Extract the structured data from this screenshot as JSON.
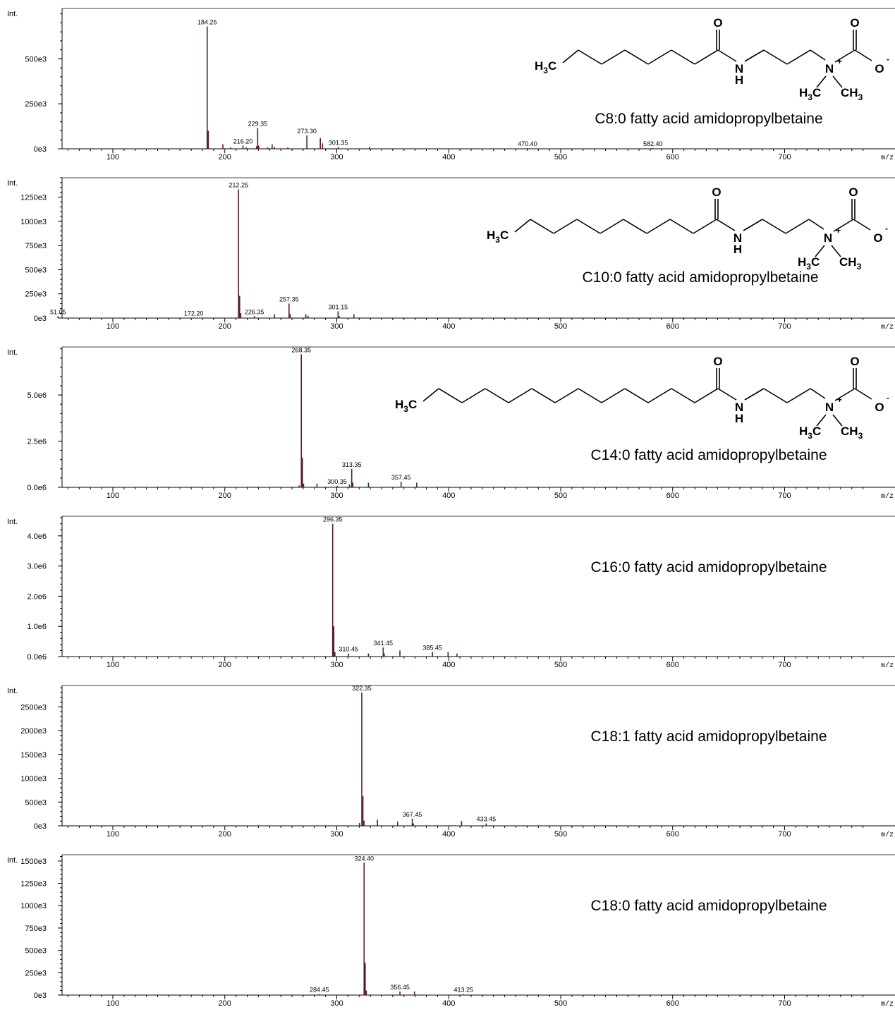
{
  "chart_data": [
    {
      "type": "bar",
      "title": "C8:0 fatty acid amidopropylbetaine",
      "ylabel": "Int.",
      "xunit": "m/z",
      "xlim": [
        55,
        770
      ],
      "xticks": [
        "100",
        "200",
        "300",
        "400",
        "500",
        "600",
        "700"
      ],
      "ylim": [
        0,
        780000
      ],
      "yticks": [
        {
          "v": 0,
          "label": "0e3"
        },
        {
          "v": 250000,
          "label": "250e3"
        },
        {
          "v": 500000,
          "label": "500e3"
        }
      ],
      "peaks": [
        {
          "x": 184.25,
          "y": 680000,
          "label": "184.25"
        },
        {
          "x": 185.25,
          "y": 100000
        },
        {
          "x": 198.3,
          "y": 25000
        },
        {
          "x": 205.2,
          "y": 8000
        },
        {
          "x": 216.2,
          "y": 18000,
          "label": "216.20"
        },
        {
          "x": 219.3,
          "y": 8000
        },
        {
          "x": 228.3,
          "y": 14000
        },
        {
          "x": 229.35,
          "y": 115000,
          "label": "229.35"
        },
        {
          "x": 230.35,
          "y": 18000
        },
        {
          "x": 238.3,
          "y": 8000
        },
        {
          "x": 242.3,
          "y": 25000
        },
        {
          "x": 244.3,
          "y": 10000
        },
        {
          "x": 256.3,
          "y": 8000
        },
        {
          "x": 273.3,
          "y": 75000,
          "label": "273.30"
        },
        {
          "x": 285.3,
          "y": 60000
        },
        {
          "x": 287.3,
          "y": 30000
        },
        {
          "x": 301.35,
          "y": 10000,
          "label": "301.35"
        },
        {
          "x": 329.3,
          "y": 10000
        },
        {
          "x": 470.4,
          "y": 4000,
          "label": "470.40"
        },
        {
          "x": 582.4,
          "y": 4000,
          "label": "582.40"
        }
      ]
    },
    {
      "type": "bar",
      "title": "C10:0 fatty acid amidopropylbetaine",
      "ylabel": "Int.",
      "xunit": "m/z",
      "xlim": [
        55,
        770
      ],
      "xticks": [
        "100",
        "200",
        "300",
        "400",
        "500",
        "600",
        "700"
      ],
      "ylim": [
        0,
        1450000
      ],
      "yticks": [
        {
          "v": 0,
          "label": "0e3"
        },
        {
          "v": 250000,
          "label": "250e3"
        },
        {
          "v": 500000,
          "label": "500e3"
        },
        {
          "v": 750000,
          "label": "750e3"
        },
        {
          "v": 1000000,
          "label": "1000e3"
        },
        {
          "v": 1250000,
          "label": "1250e3"
        }
      ],
      "peaks": [
        {
          "x": 51.05,
          "y": 20000,
          "label": "51.05"
        },
        {
          "x": 172.2,
          "y": 5000,
          "label": "172.20"
        },
        {
          "x": 212.25,
          "y": 1330000,
          "label": "212.25"
        },
        {
          "x": 213.25,
          "y": 230000
        },
        {
          "x": 214.25,
          "y": 50000
        },
        {
          "x": 226.35,
          "y": 20000,
          "label": "226.35"
        },
        {
          "x": 244.3,
          "y": 40000
        },
        {
          "x": 257.35,
          "y": 150000,
          "label": "257.35"
        },
        {
          "x": 258.35,
          "y": 40000
        },
        {
          "x": 272.3,
          "y": 40000
        },
        {
          "x": 274.3,
          "y": 25000
        },
        {
          "x": 301.15,
          "y": 70000,
          "label": "301.15"
        },
        {
          "x": 302.2,
          "y": 20000
        },
        {
          "x": 315.3,
          "y": 40000
        }
      ]
    },
    {
      "type": "bar",
      "title": "C14:0 fatty acid amidopropylbetaine",
      "ylabel": "Int.",
      "xunit": "m/z",
      "xlim": [
        55,
        770
      ],
      "xticks": [
        "100",
        "200",
        "300",
        "400",
        "500",
        "600",
        "700"
      ],
      "ylim": [
        0,
        7600000
      ],
      "yticks": [
        {
          "v": 0,
          "label": "0.0e6"
        },
        {
          "v": 2500000,
          "label": "2.5e6"
        },
        {
          "v": 5000000,
          "label": "5.0e6"
        }
      ],
      "peaks": [
        {
          "x": 266.35,
          "y": 100000
        },
        {
          "x": 268.35,
          "y": 7200000,
          "label": "268.35"
        },
        {
          "x": 269.35,
          "y": 1600000
        },
        {
          "x": 270.35,
          "y": 200000
        },
        {
          "x": 282.3,
          "y": 200000
        },
        {
          "x": 300.35,
          "y": 80000,
          "label": "300.35"
        },
        {
          "x": 311.35,
          "y": 150000
        },
        {
          "x": 313.35,
          "y": 1000000,
          "label": "313.35"
        },
        {
          "x": 314.35,
          "y": 250000
        },
        {
          "x": 328.3,
          "y": 250000
        },
        {
          "x": 357.45,
          "y": 300000,
          "label": "357.45"
        },
        {
          "x": 371.4,
          "y": 250000
        }
      ]
    },
    {
      "type": "bar",
      "title": "C16:0 fatty acid amidopropylbetaine",
      "ylabel": "Int.",
      "xunit": "m/z",
      "xlim": [
        55,
        770
      ],
      "xticks": [
        "100",
        "200",
        "300",
        "400",
        "500",
        "600",
        "700"
      ],
      "ylim": [
        0,
        4650000
      ],
      "yticks": [
        {
          "v": 0,
          "label": "0.0e6"
        },
        {
          "v": 1000000,
          "label": "1.0e6"
        },
        {
          "v": 2000000,
          "label": "2.0e6"
        },
        {
          "v": 3000000,
          "label": "3.0e6"
        },
        {
          "v": 4000000,
          "label": "4.0e6"
        }
      ],
      "peaks": [
        {
          "x": 296.35,
          "y": 4400000,
          "label": "296.35"
        },
        {
          "x": 297.35,
          "y": 1000000
        },
        {
          "x": 298.35,
          "y": 150000
        },
        {
          "x": 310.45,
          "y": 100000,
          "label": "310.45"
        },
        {
          "x": 328.3,
          "y": 100000
        },
        {
          "x": 341.45,
          "y": 300000,
          "label": "341.45"
        },
        {
          "x": 342.45,
          "y": 100000
        },
        {
          "x": 356.4,
          "y": 200000
        },
        {
          "x": 385.45,
          "y": 150000,
          "label": "385.45"
        },
        {
          "x": 399.4,
          "y": 150000
        },
        {
          "x": 407.4,
          "y": 100000
        }
      ]
    },
    {
      "type": "bar",
      "title": "C18:1 fatty acid amidopropylbetaine",
      "ylabel": "Int.",
      "xunit": "m/z",
      "xlim": [
        55,
        770
      ],
      "xticks": [
        "100",
        "200",
        "300",
        "400",
        "500",
        "600",
        "700"
      ],
      "ylim": [
        0,
        2950000
      ],
      "yticks": [
        {
          "v": 0,
          "label": "0e3"
        },
        {
          "v": 500000,
          "label": "500e3"
        },
        {
          "v": 1000000,
          "label": "1000e3"
        },
        {
          "v": 1500000,
          "label": "1500e3"
        },
        {
          "v": 2000000,
          "label": "2000e3"
        },
        {
          "v": 2500000,
          "label": "2500e3"
        }
      ],
      "peaks": [
        {
          "x": 320.35,
          "y": 60000
        },
        {
          "x": 322.35,
          "y": 2800000,
          "label": "322.35"
        },
        {
          "x": 323.35,
          "y": 620000
        },
        {
          "x": 324.35,
          "y": 110000
        },
        {
          "x": 336.3,
          "y": 130000
        },
        {
          "x": 354.4,
          "y": 90000
        },
        {
          "x": 367.45,
          "y": 150000,
          "label": "367.45"
        },
        {
          "x": 368.45,
          "y": 50000
        },
        {
          "x": 411.4,
          "y": 100000
        },
        {
          "x": 433.45,
          "y": 50000,
          "label": "433.45"
        }
      ]
    },
    {
      "type": "bar",
      "title": "C18:0 fatty acid amidopropylbetaine",
      "ylabel": "Int.",
      "xunit": "m/z",
      "xlim": [
        55,
        770
      ],
      "xticks": [
        "100",
        "200",
        "300",
        "400",
        "500",
        "600",
        "700"
      ],
      "ylim": [
        0,
        1570000
      ],
      "yticks": [
        {
          "v": 0,
          "label": "0e3"
        },
        {
          "v": 250000,
          "label": "250e3"
        },
        {
          "v": 500000,
          "label": "500e3"
        },
        {
          "v": 750000,
          "label": "750e3"
        },
        {
          "v": 1000000,
          "label": "1000e3"
        },
        {
          "v": 1250000,
          "label": "1250e3"
        },
        {
          "v": 1500000,
          "label": "1500e3"
        }
      ],
      "peaks": [
        {
          "x": 284.45,
          "y": 10000,
          "label": "284.45"
        },
        {
          "x": 324.4,
          "y": 1480000,
          "label": "324.40"
        },
        {
          "x": 325.4,
          "y": 360000
        },
        {
          "x": 326.4,
          "y": 50000
        },
        {
          "x": 356.45,
          "y": 40000,
          "label": "356.45"
        },
        {
          "x": 369.4,
          "y": 40000
        },
        {
          "x": 413.25,
          "y": 10000,
          "label": "413.25"
        }
      ]
    }
  ],
  "structures": [
    {
      "atoms": {
        "ch3": "H",
        "ch3sub": "3",
        "ch3c": "C",
        "o1": "O",
        "n": "N",
        "h": "H",
        "nplus": "N",
        "plus": "+",
        "o2": "O",
        "ominus": "O",
        "minus": "-",
        "me1": "H",
        "me1sub": "3",
        "me1c": "C",
        "me2": "CH",
        "me2sub": "3"
      }
    },
    {
      "atoms": {
        "ch3": "H",
        "ch3sub": "3",
        "ch3c": "C",
        "o1": "O",
        "n": "N",
        "h": "H",
        "nplus": "N",
        "plus": "+",
        "o2": "O",
        "ominus": "O",
        "minus": "-",
        "me1": "H",
        "me1sub": "3",
        "me1c": "C",
        "me2": "CH",
        "me2sub": "3"
      }
    },
    {
      "atoms": {
        "ch3": "H",
        "ch3sub": "3",
        "ch3c": "C",
        "o1": "O",
        "n": "N",
        "h": "H",
        "nplus": "N",
        "plus": "+",
        "o2": "O",
        "ominus": "O",
        "minus": "-",
        "me1": "H",
        "me1sub": "3",
        "me1c": "C",
        "me2": "CH",
        "me2sub": "3"
      }
    }
  ]
}
